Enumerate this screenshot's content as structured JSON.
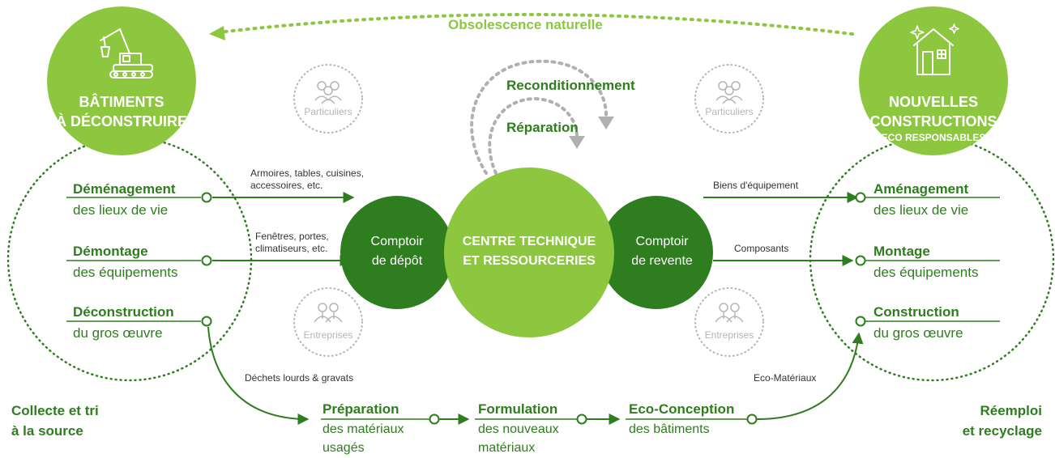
{
  "colors": {
    "dark_green": "#2e7d1e",
    "mid_green": "#66a92b",
    "lime": "#8dc63f",
    "grey": "#b0b0b0"
  },
  "icons": [
    "crane-excavator-icon",
    "house-sparkle-icon",
    "people-group-icon",
    "business-people-icon"
  ],
  "top_arrow": "Obsolescence naturelle",
  "left_circle": {
    "line1": "BÂTIMENTS",
    "line2": "À DÉCONSTRUIRE"
  },
  "right_circle": {
    "line1": "NOUVELLES",
    "line2": "CONSTRUCTIONS",
    "line3": "ECO RESPONSABLES"
  },
  "loops": {
    "reconditionnement": "Reconditionnement",
    "reparation": "Réparation"
  },
  "actors": {
    "particuliers": "Particuliers",
    "entreprises": "Entreprises"
  },
  "center": {
    "depot_line1": "Comptoir",
    "depot_line2": "de dépôt",
    "main_line1": "CENTRE TECHNIQUE",
    "main_line2": "ET RESSOURCERIES",
    "revente_line1": "Comptoir",
    "revente_line2": "de revente"
  },
  "left_items": [
    {
      "title": "Déménagement",
      "sub": "des lieux de vie"
    },
    {
      "title": "Démontage",
      "sub": "des équipements"
    },
    {
      "title": "Déconstruction",
      "sub": "du gros œuvre"
    }
  ],
  "right_items": [
    {
      "title": "Aménagement",
      "sub": "des lieux de vie"
    },
    {
      "title": "Montage",
      "sub": "des équipements"
    },
    {
      "title": "Construction",
      "sub": "du gros œuvre"
    }
  ],
  "flow_labels": {
    "armoires_1": "Armoires, tables, cuisines,",
    "armoires_2": "accessoires, etc.",
    "fenetres_1": "Fenêtres, portes,",
    "fenetres_2": "climatiseurs, etc.",
    "biens": "Biens d'équipement",
    "composants": "Composants",
    "dechets": "Déchets lourds & gravats",
    "eco_materiaux": "Eco-Matériaux"
  },
  "bottom_steps": [
    {
      "title": "Préparation",
      "sub1": "des matériaux",
      "sub2": "usagés"
    },
    {
      "title": "Formulation",
      "sub1": "des nouveaux",
      "sub2": "matériaux"
    },
    {
      "title": "Eco-Conception",
      "sub1": "des bâtiments",
      "sub2": ""
    }
  ],
  "corners": {
    "left_1": "Collecte et tri",
    "left_2": "à la source",
    "right_1": "Réemploi",
    "right_2": "et recyclage"
  }
}
